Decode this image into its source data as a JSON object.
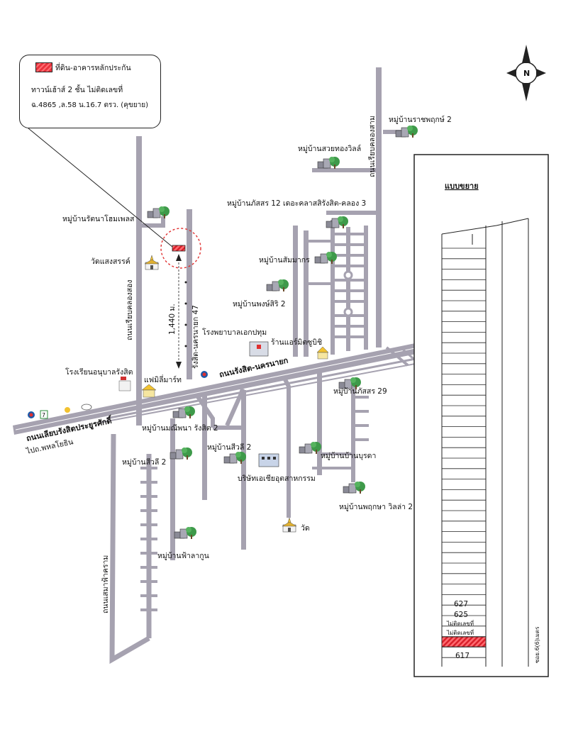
{
  "legend": {
    "line1": "ที่ดิน-อาคารหลักประกัน",
    "line2": "ทาวน์เฮ้าส์ 2 ชั้น ไม่ติดเลขที่",
    "line3": "ฉ.4865 ,ล.58 น.16.7 ตรว. (คุขยาย)"
  },
  "compass": {
    "label": "N"
  },
  "roads": {
    "rangsit_nakhonnayok": "ถนนรังสิต-นครนายก",
    "rangsit_nakhonnayok_47": "รังสิต-นครนายก 47",
    "liap_rangsit": "ถนนเลียบรังสิตประยูรศักดิ์",
    "to_phahon": "ไปถ.พหลโยธิน",
    "liap_khlong_song": "ถนนเรียบคลองสอง",
    "liap_khlong_sam": "ถนนเรียบคลองสาม",
    "lam_lukka": "ถนนเสมาฟ้าคราม"
  },
  "distance": "1,440 ม.",
  "places": [
    {
      "id": "ratchaphruek2",
      "text": "หมู่บ้านราชพฤกษ์ 2"
    },
    {
      "id": "suaythong",
      "text": "หมู่บ้านสวยทองวิลล์"
    },
    {
      "id": "phatsorn12",
      "text": "หมู่บ้านภัสสร 12 เดอะคลาสสิรังสิต-คลอง 3"
    },
    {
      "id": "rattana",
      "text": "หมู่บ้านรัตนาโฮมเพลส"
    },
    {
      "id": "sommakan",
      "text": "หมู่บ้านสัมมากร"
    },
    {
      "id": "wat_saengsan",
      "text": "วัดแสงสรรค์"
    },
    {
      "id": "phongsiri2",
      "text": "หมู่บ้านพงษ์สิริ 2"
    },
    {
      "id": "hospital",
      "text": "โรงพยาบาลเอกปทุม"
    },
    {
      "id": "shop",
      "text": "ร้านแอร์มิตซูบิชิ"
    },
    {
      "id": "school",
      "text": "โรงเรียนอนุบาลรังสิต"
    },
    {
      "id": "familymart",
      "text": "แฟมิลี่มาร์ท"
    },
    {
      "id": "phatsorn29",
      "text": "หมู่บ้านภัสสร 29"
    },
    {
      "id": "manee",
      "text": "หมู่บ้านมณีพนา รังสิต 2"
    },
    {
      "id": "siwali2a",
      "text": "หมู่บ้านสีวลี 2"
    },
    {
      "id": "siwali2b",
      "text": "หมู่บ้านสีวลี 2"
    },
    {
      "id": "burada",
      "text": "หมู่บ้านบ้านบุรดา"
    },
    {
      "id": "asia",
      "text": "บริษัทเอเชียอุตสาหกรรม"
    },
    {
      "id": "wanphruek",
      "text": "หมู่บ้านพฤกษา วิลล่า 2"
    },
    {
      "id": "wat",
      "text": "วัด"
    },
    {
      "id": "falakun",
      "text": "หมู่บ้านฟ้าลากูน"
    }
  ],
  "detail": {
    "title": "แบบขยาย",
    "unit_627": "627",
    "unit_625": "625",
    "no_number_1": "ไม่ติดเลขที่",
    "no_number_2": "ไม่ติดเลขที่",
    "unit_617": "617",
    "side_road": "ซอย.6(6)เมตร"
  },
  "colors": {
    "road": "#a6a2b0",
    "highlight": "#e8323c",
    "circle": "#e03030"
  }
}
